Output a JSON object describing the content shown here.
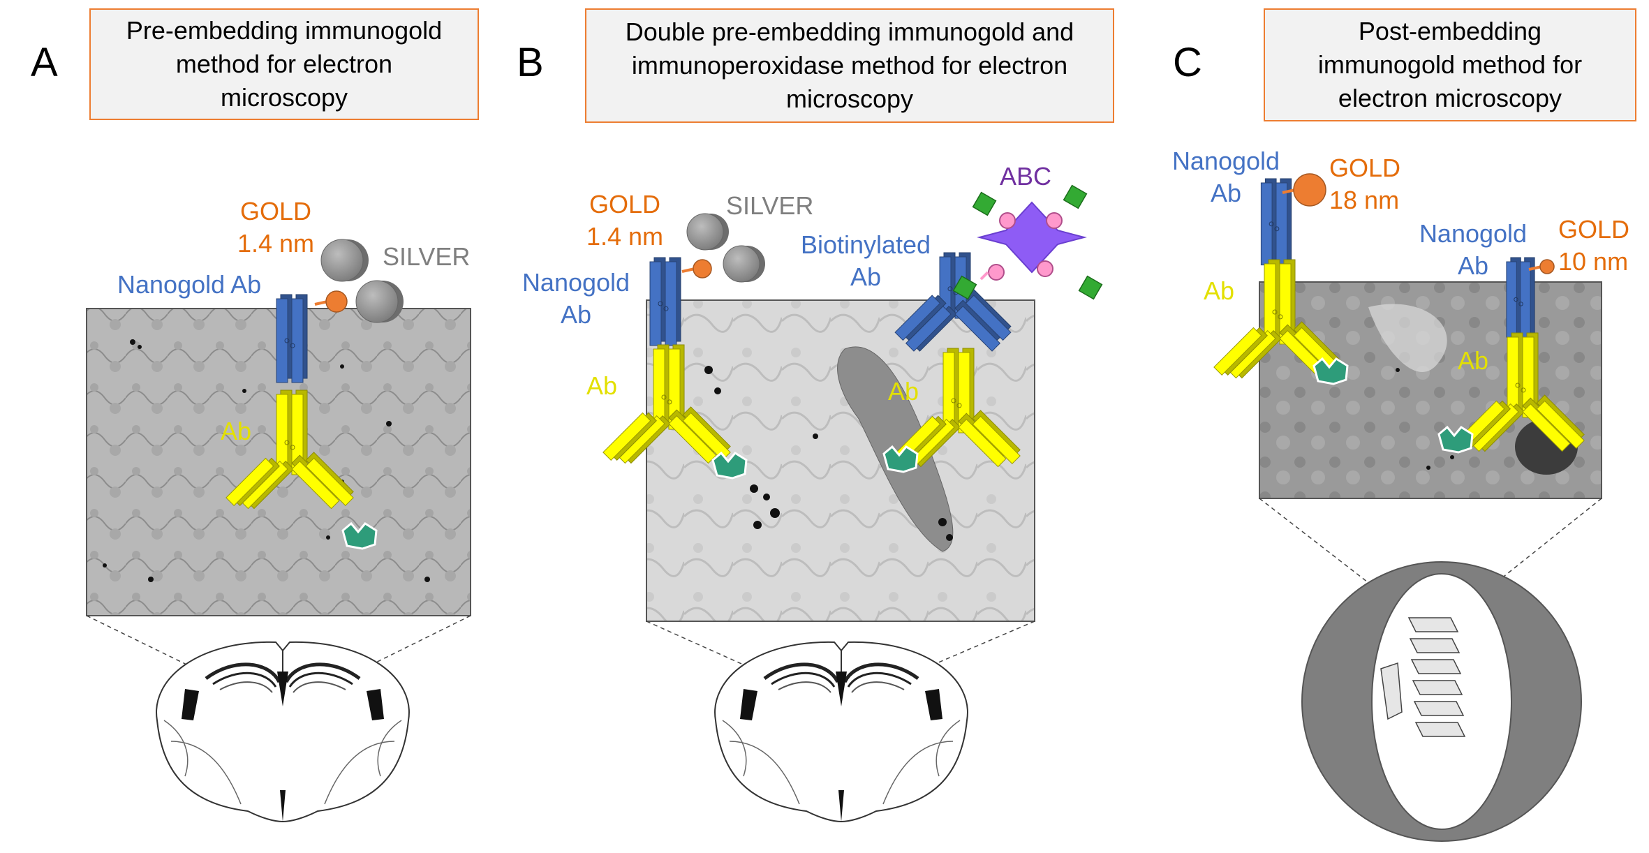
{
  "panels": [
    {
      "letter": "A",
      "title": "Pre-embedding immunogold\nmethod for electron\nmicroscopy",
      "labels": {
        "gold": "GOLD\n1.4 nm",
        "silver": "SILVER",
        "nanogold_ab": "Nanogold Ab",
        "ab": "Ab"
      }
    },
    {
      "letter": "B",
      "title": "Double pre-embedding immunogold and\nimmunoperoxidase method for electron\nmicroscopy",
      "labels": {
        "gold": "GOLD\n1.4 nm",
        "silver": "SILVER",
        "nanogold_ab": "Nanogold\nAb",
        "ab_left": "Ab",
        "biotinylated_ab": "Biotinylated\nAb",
        "abc": "ABC",
        "ab_right": "Ab"
      }
    },
    {
      "letter": "C",
      "title": "Post-embedding\nimmunogold method for\nelectron microscopy",
      "labels": {
        "nanogold_ab_left": "Nanogold\nAb",
        "gold_18": "GOLD\n18 nm",
        "ab_left": "Ab",
        "nanogold_ab_right": "Nanogold\nAb",
        "gold_10": "GOLD\n10 nm",
        "ab_right": "Ab"
      }
    }
  ],
  "colors": {
    "gold": "#ed7d31",
    "nanogold_ab": "#4472c4",
    "primary_ab": "#ffff00",
    "antigen": "#2e9c7a",
    "silver": "#7f7f7f",
    "abc": "#8e5cf5",
    "biotin": "#ff99cc",
    "avidin": "#33aa33",
    "resin_ring": "#7f7f7f",
    "title_border": "#ed7d31",
    "title_fill": "#f2f2f2"
  }
}
